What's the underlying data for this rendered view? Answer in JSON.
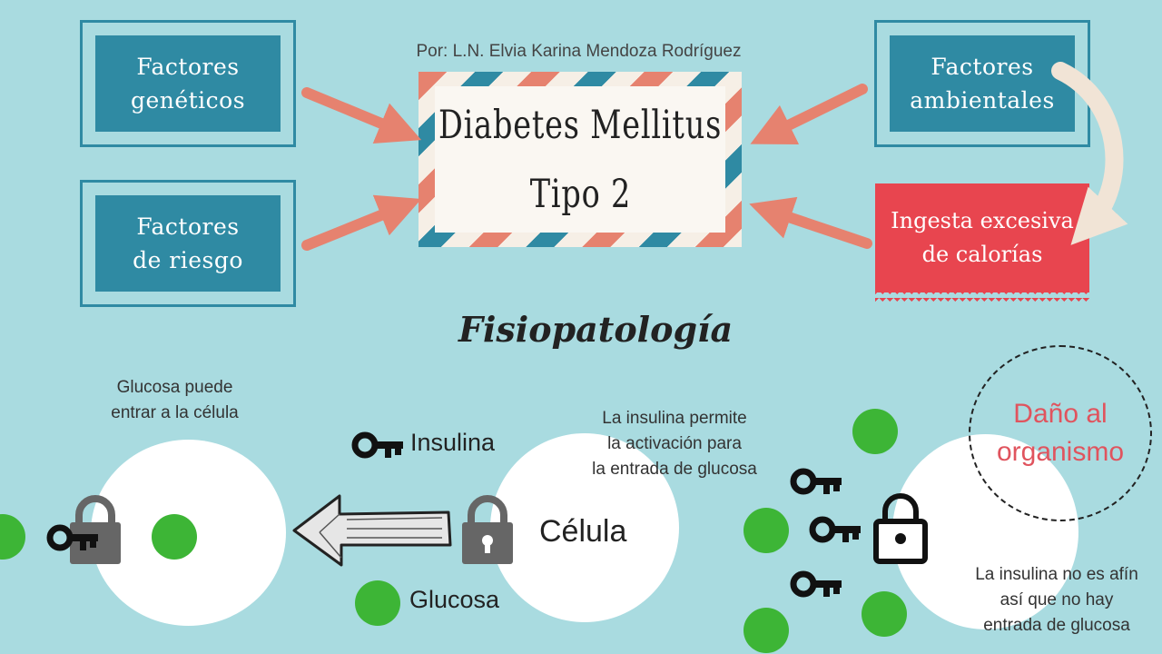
{
  "author": "Por: L.N. Elvia Karina Mendoza Rodríguez",
  "title": {
    "line1": "Diabetes Mellitus",
    "line2": "Tipo 2"
  },
  "factors": {
    "geneticos": {
      "line1": "Factores",
      "line2": "genéticos"
    },
    "riesgo": {
      "line1": "Factores",
      "line2": "de riesgo"
    },
    "ambientales": {
      "line1": "Factores",
      "line2": "ambientales"
    },
    "ingesta": {
      "line1": "Ingesta excesiva",
      "line2": "de calorías"
    }
  },
  "section_title": "Fisiopatología",
  "glucosa_note": {
    "line1": "Glucosa puede",
    "line2": "entrar a la célula"
  },
  "insulina_note": {
    "line1": "La insulina permite",
    "line2": "la activación para",
    "line3": "la entrada de glucosa"
  },
  "afin_note": {
    "line1": "La insulina no es afín",
    "line2": "así que no hay",
    "line3": "entrada de glucosa"
  },
  "legend": {
    "insulina": "Insulina",
    "glucosa": "Glucosa",
    "celula": "Célula"
  },
  "dano": {
    "line1": "Daño al",
    "line2": "organismo"
  },
  "colors": {
    "background": "#a9dbe0",
    "box": "#2f8aa3",
    "arrow": "#e6826f",
    "ingesta": "#e8454f",
    "glucose": "#3db536",
    "dano_text": "#e0545e"
  }
}
